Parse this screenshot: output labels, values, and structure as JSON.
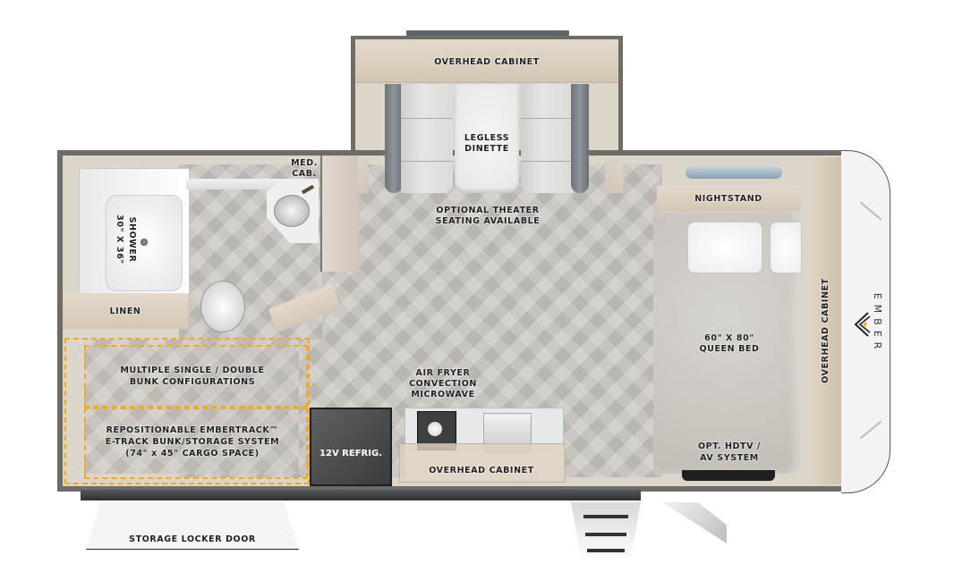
{
  "floorplan": {
    "brand": "EMBER",
    "colors": {
      "wall_dark": "#6f6c68",
      "wall_light": "#dcd5ca",
      "floor_light": "#cbc7c2",
      "floor_dark": "#b9b5b0",
      "wood": "#d8ccba",
      "bunk_outline": "#f3a81f",
      "refrigerator": "#4a4b4d",
      "bed_fabric": "#cfcbc6"
    },
    "slideout": {
      "overhead_cabinet": "OVERHEAD CABINET",
      "dinette_line1": "LEGLESS",
      "dinette_line2": "DINETTE",
      "theater_line1": "OPTIONAL THEATER",
      "theater_line2": "SEATING AVAILABLE"
    },
    "bathroom": {
      "med_cab_line1": "MED.",
      "med_cab_line2": "CAB.",
      "shower_line1": "30\" X 36\"",
      "shower_line2": "SHOWER",
      "linen": "LINEN"
    },
    "bunk": {
      "upper_line1": "MULTIPLE SINGLE / DOUBLE",
      "upper_line2": "BUNK CONFIGURATIONS",
      "lower_line1": "REPOSITIONABLE EMBERTRACK™",
      "lower_line2": "E-TRACK BUNK/STORAGE SYSTEM",
      "lower_line3": "(74\" x 45\" CARGO SPACE)"
    },
    "kitchen": {
      "refrigerator": "12V REFRIG.",
      "microwave_line1": "AIR FRYER",
      "microwave_line2": "CONVECTION",
      "microwave_line3": "MICROWAVE",
      "overhead_cabinet": "OVERHEAD CABINET"
    },
    "bedroom": {
      "nightstand": "NIGHTSTAND",
      "bed_line1": "60\" X 80\"",
      "bed_line2": "QUEEN BED",
      "tv_line1": "OPT. HDTV /",
      "tv_line2": "AV SYSTEM",
      "front_cabinet": "OVERHEAD CABINET"
    },
    "exterior": {
      "storage_door": "STORAGE LOCKER DOOR"
    }
  }
}
